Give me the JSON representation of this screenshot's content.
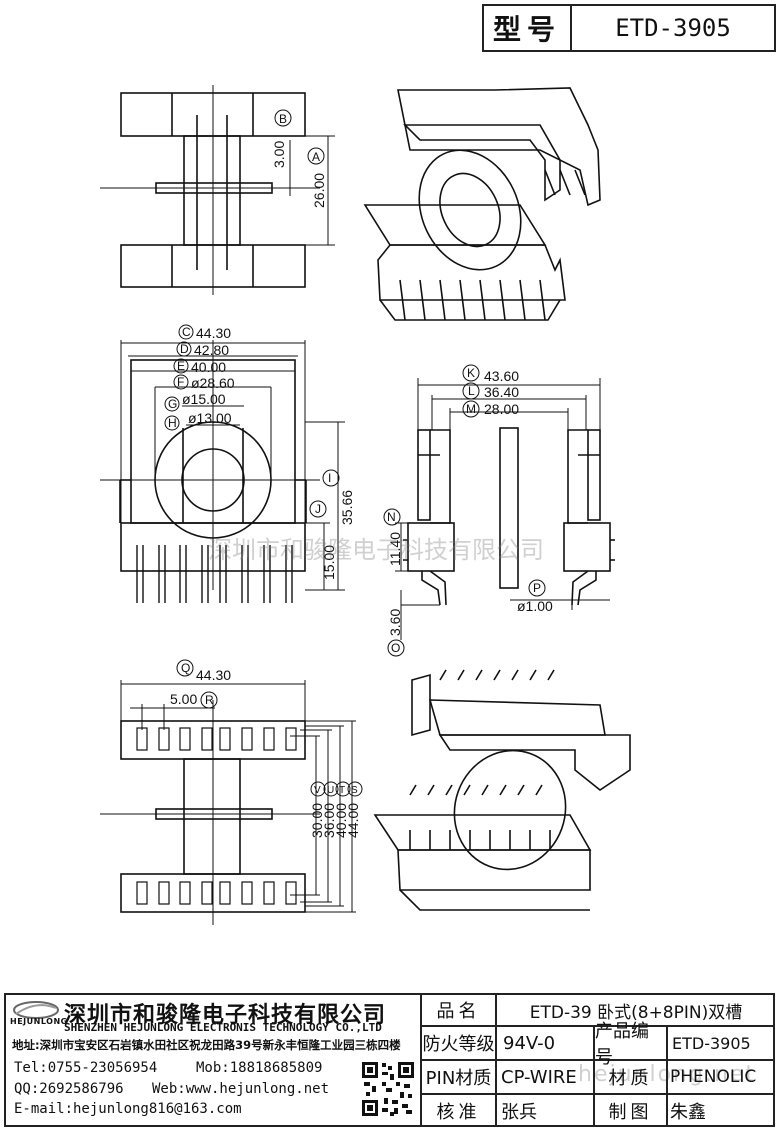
{
  "header": {
    "model_label": "型号",
    "model_value": "ETD-3905"
  },
  "dimensions": {
    "top_view": {
      "B": "3.00",
      "A": "26.00"
    },
    "front_view": {
      "C": "44.30",
      "D": "42.80",
      "E": "40.00",
      "F": "ø28.60",
      "G": "ø15.00",
      "H": "ø13.00",
      "I": "35.66",
      "J": "15.00"
    },
    "side_view": {
      "K": "43.60",
      "L": "36.40",
      "M": "28.00",
      "N": "11.40",
      "P": "ø1.00",
      "O": "3.60"
    },
    "bottom_view": {
      "Q": "44.30",
      "R": "5.00",
      "V": "30.00",
      "U": "36.00",
      "T": "40.00",
      "S": "44.00"
    },
    "markers": {
      "A": "A",
      "B": "B",
      "C": "C",
      "D": "D",
      "E": "E",
      "F": "F",
      "G": "G",
      "H": "H",
      "I": "I",
      "J": "J",
      "K": "K",
      "L": "L",
      "M": "M",
      "N": "N",
      "O": "O",
      "P": "P",
      "Q": "Q",
      "R": "R",
      "S": "S",
      "T": "T",
      "U": "U",
      "V": "V"
    }
  },
  "watermarks": {
    "company": "深圳市和骏隆电子科技有限公司",
    "website": "hejunlong.net"
  },
  "company": {
    "logo_text": "HEJUNLONG",
    "name_cn": "深圳市和骏隆电子科技有限公司",
    "name_en": "SHENZHEN HEJUNLONG ELECTRONIS TECHNOLOGY CO.,LTD",
    "address": "地址:深圳市宝安区石岩镇水田社区祝龙田路39号新永丰恒隆工业园三栋四楼",
    "tel": "Tel:0755-23056954",
    "mob": "Mob:18818685809",
    "qq": "QQ:2692586796",
    "web": "Web:www.hejunlong.net",
    "email": "E-mail:hejunlong816@163.com"
  },
  "spec_table": {
    "name_label": "品名",
    "name_value": "ETD-39 卧式(8+8PIN)双槽",
    "fire_label": "防火等级",
    "fire_value": "94V-0",
    "code_label": "产品编号",
    "code_value": "ETD-3905",
    "pin_material_label": "PIN材质",
    "pin_material_value": "CP-WIRE",
    "material_label": "材质",
    "material_value": "PHENOLIC",
    "check_label": "核准",
    "check_value": "张兵",
    "draw_label": "制图",
    "draw_value": "朱鑫"
  }
}
